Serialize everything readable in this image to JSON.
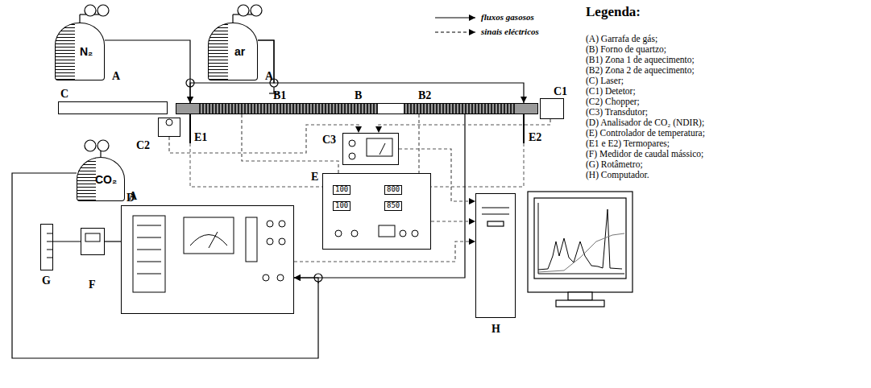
{
  "diagram": {
    "nodes": [
      {
        "text": [
          "N₂",
          "A"
        ]
      },
      {
        "text": [
          "ar",
          "A"
        ]
      },
      {
        "text": [
          "CO₂",
          "A"
        ]
      },
      {
        "text": [
          "B1",
          "B",
          "B2"
        ]
      },
      {
        "text": [
          "C"
        ]
      },
      {
        "text": [
          "C2"
        ]
      },
      {
        "text": [
          "C1"
        ]
      },
      {
        "text": [
          "C3"
        ]
      },
      {
        "text": [
          "D"
        ]
      },
      {
        "text": [
          "E",
          "100",
          "100",
          "800",
          "850"
        ]
      },
      {
        "text": [
          "G"
        ]
      },
      {
        "text": [
          "F"
        ]
      },
      {
        "text": [
          "H"
        ]
      }
    ],
    "edges": [
      {
        "from": 0,
        "to": 3,
        "arrow": "to"
      },
      {
        "from": 1,
        "to": 3,
        "arrow": "to"
      },
      {
        "from": 1,
        "to": 3,
        "arrow": "to"
      },
      {
        "from": 3,
        "to": 8,
        "arrow": "to"
      },
      {
        "from": 2,
        "to": 8,
        "arrow": "to"
      },
      {
        "from": 8,
        "to": 11,
        "arrow": "none"
      },
      {
        "from": 11,
        "to": 10,
        "arrow": "none"
      },
      {
        "from": 5,
        "to": 7,
        "arrow": "to"
      },
      {
        "from": 6,
        "to": 7,
        "arrow": "to"
      },
      {
        "from": 3,
        "to": 9,
        "arrow": "none"
      },
      {
        "from": 3,
        "to": 9,
        "arrow": "none"
      },
      {
        "from": 7,
        "to": 12,
        "arrow": "to"
      },
      {
        "from": 9,
        "to": 12,
        "arrow": "to"
      },
      {
        "from": 8,
        "to": 12,
        "arrow": "to"
      }
    ],
    "labels": [
      "Legenda:",
      "(A) Garrafa de gás;",
      "(B) Forno de quartzo;",
      "(B1) Zona 1 de aquecimento;",
      "(B2) Zona 2 de aquecimento;",
      "(C) Laser;",
      "(C1) Detetor;",
      "(C2) Chopper;",
      "(C3) Transdutor;",
      "(D) Analisador de CO₂ (NDIR);",
      "(E) Controlador de temperatura;",
      "(E1 e E2) Termopares;",
      "(F) Medidor de caudal mássico;",
      "(G) Rotâmetro;",
      "(H) Computador.",
      "E1",
      "E2"
    ],
    "legend": [
      {
        "text": "fluxos gasosos"
      },
      {
        "text": "sinais eléctricos"
      }
    ]
  }
}
